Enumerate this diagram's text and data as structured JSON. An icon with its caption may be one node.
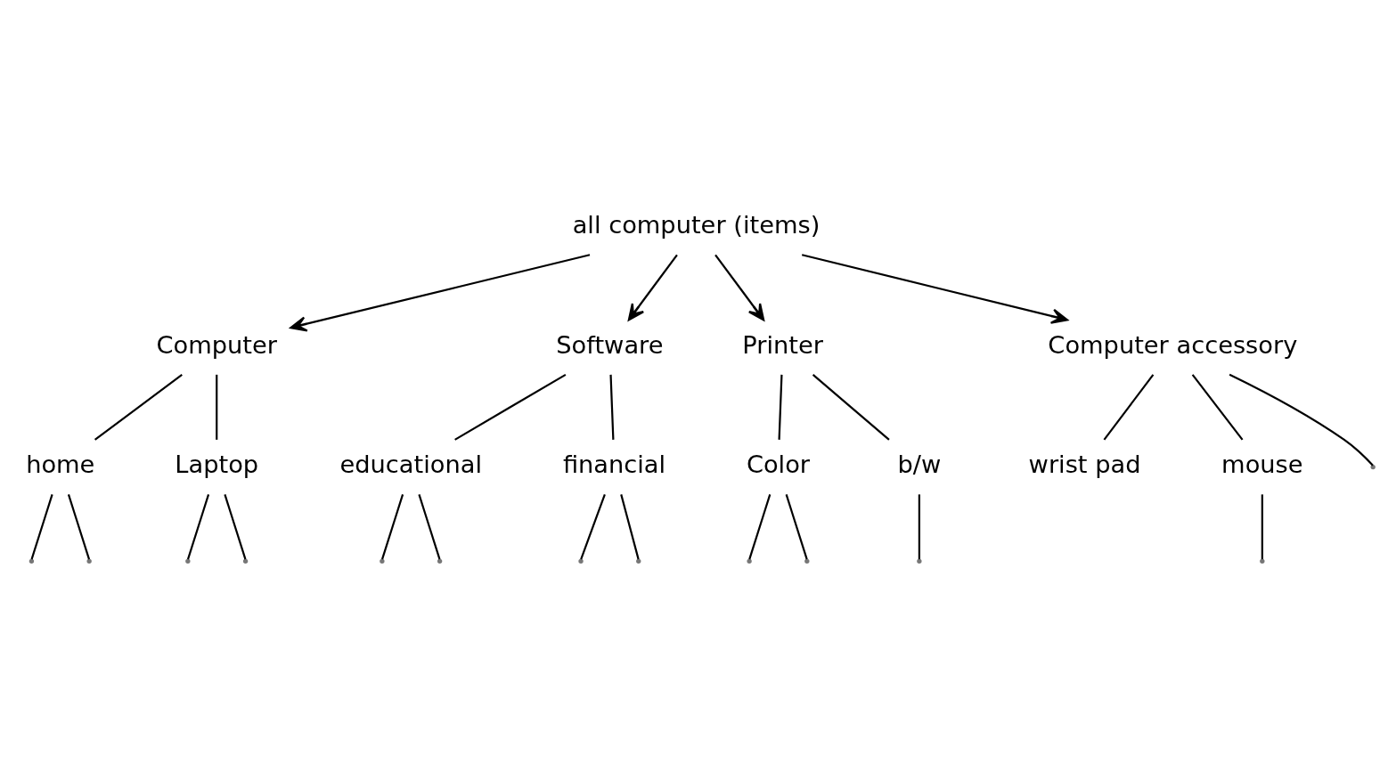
{
  "diagram": {
    "nodes": [
      {
        "text": [
          "all computer (items)"
        ]
      },
      {
        "text": [
          "Computer"
        ]
      },
      {
        "text": [
          "Software"
        ]
      },
      {
        "text": [
          "Printer"
        ]
      },
      {
        "text": [
          "Computer accessory"
        ]
      },
      {
        "text": [
          "home"
        ]
      },
      {
        "text": [
          "Laptop"
        ]
      },
      {
        "text": [
          "educational"
        ]
      },
      {
        "text": [
          "financial"
        ]
      },
      {
        "text": [
          "Color"
        ]
      },
      {
        "text": [
          "b/w"
        ]
      },
      {
        "text": [
          "wrist pad"
        ]
      },
      {
        "text": [
          "mouse"
        ]
      }
    ],
    "edges": [
      {
        "from": 0,
        "to": 1,
        "arrow": "to"
      },
      {
        "from": 0,
        "to": 2,
        "arrow": "to"
      },
      {
        "from": 0,
        "to": 3,
        "arrow": "to"
      },
      {
        "from": 0,
        "to": 4,
        "arrow": "to"
      },
      {
        "from": 1,
        "to": 5,
        "arrow": "none"
      },
      {
        "from": 1,
        "to": 6,
        "arrow": "none"
      },
      {
        "from": 2,
        "to": 7,
        "arrow": "none"
      },
      {
        "from": 2,
        "to": 8,
        "arrow": "none"
      },
      {
        "from": 3,
        "to": 9,
        "arrow": "none"
      },
      {
        "from": 3,
        "to": 10,
        "arrow": "none"
      },
      {
        "from": 4,
        "to": 11,
        "arrow": "none"
      },
      {
        "from": 4,
        "to": 12,
        "arrow": "none"
      },
      {
        "from": 4,
        "to": null,
        "arrow": "none"
      },
      {
        "from": 5,
        "to": null,
        "arrow": "none"
      },
      {
        "from": 5,
        "to": null,
        "arrow": "none"
      },
      {
        "from": 6,
        "to": null,
        "arrow": "none"
      },
      {
        "from": 6,
        "to": null,
        "arrow": "none"
      },
      {
        "from": 7,
        "to": null,
        "arrow": "none"
      },
      {
        "from": 7,
        "to": null,
        "arrow": "none"
      },
      {
        "from": 8,
        "to": null,
        "arrow": "none"
      },
      {
        "from": 8,
        "to": null,
        "arrow": "none"
      },
      {
        "from": 9,
        "to": null,
        "arrow": "none"
      },
      {
        "from": 9,
        "to": null,
        "arrow": "none"
      },
      {
        "from": 10,
        "to": null,
        "arrow": "none"
      },
      {
        "from": 12,
        "to": null,
        "arrow": "none"
      }
    ]
  }
}
